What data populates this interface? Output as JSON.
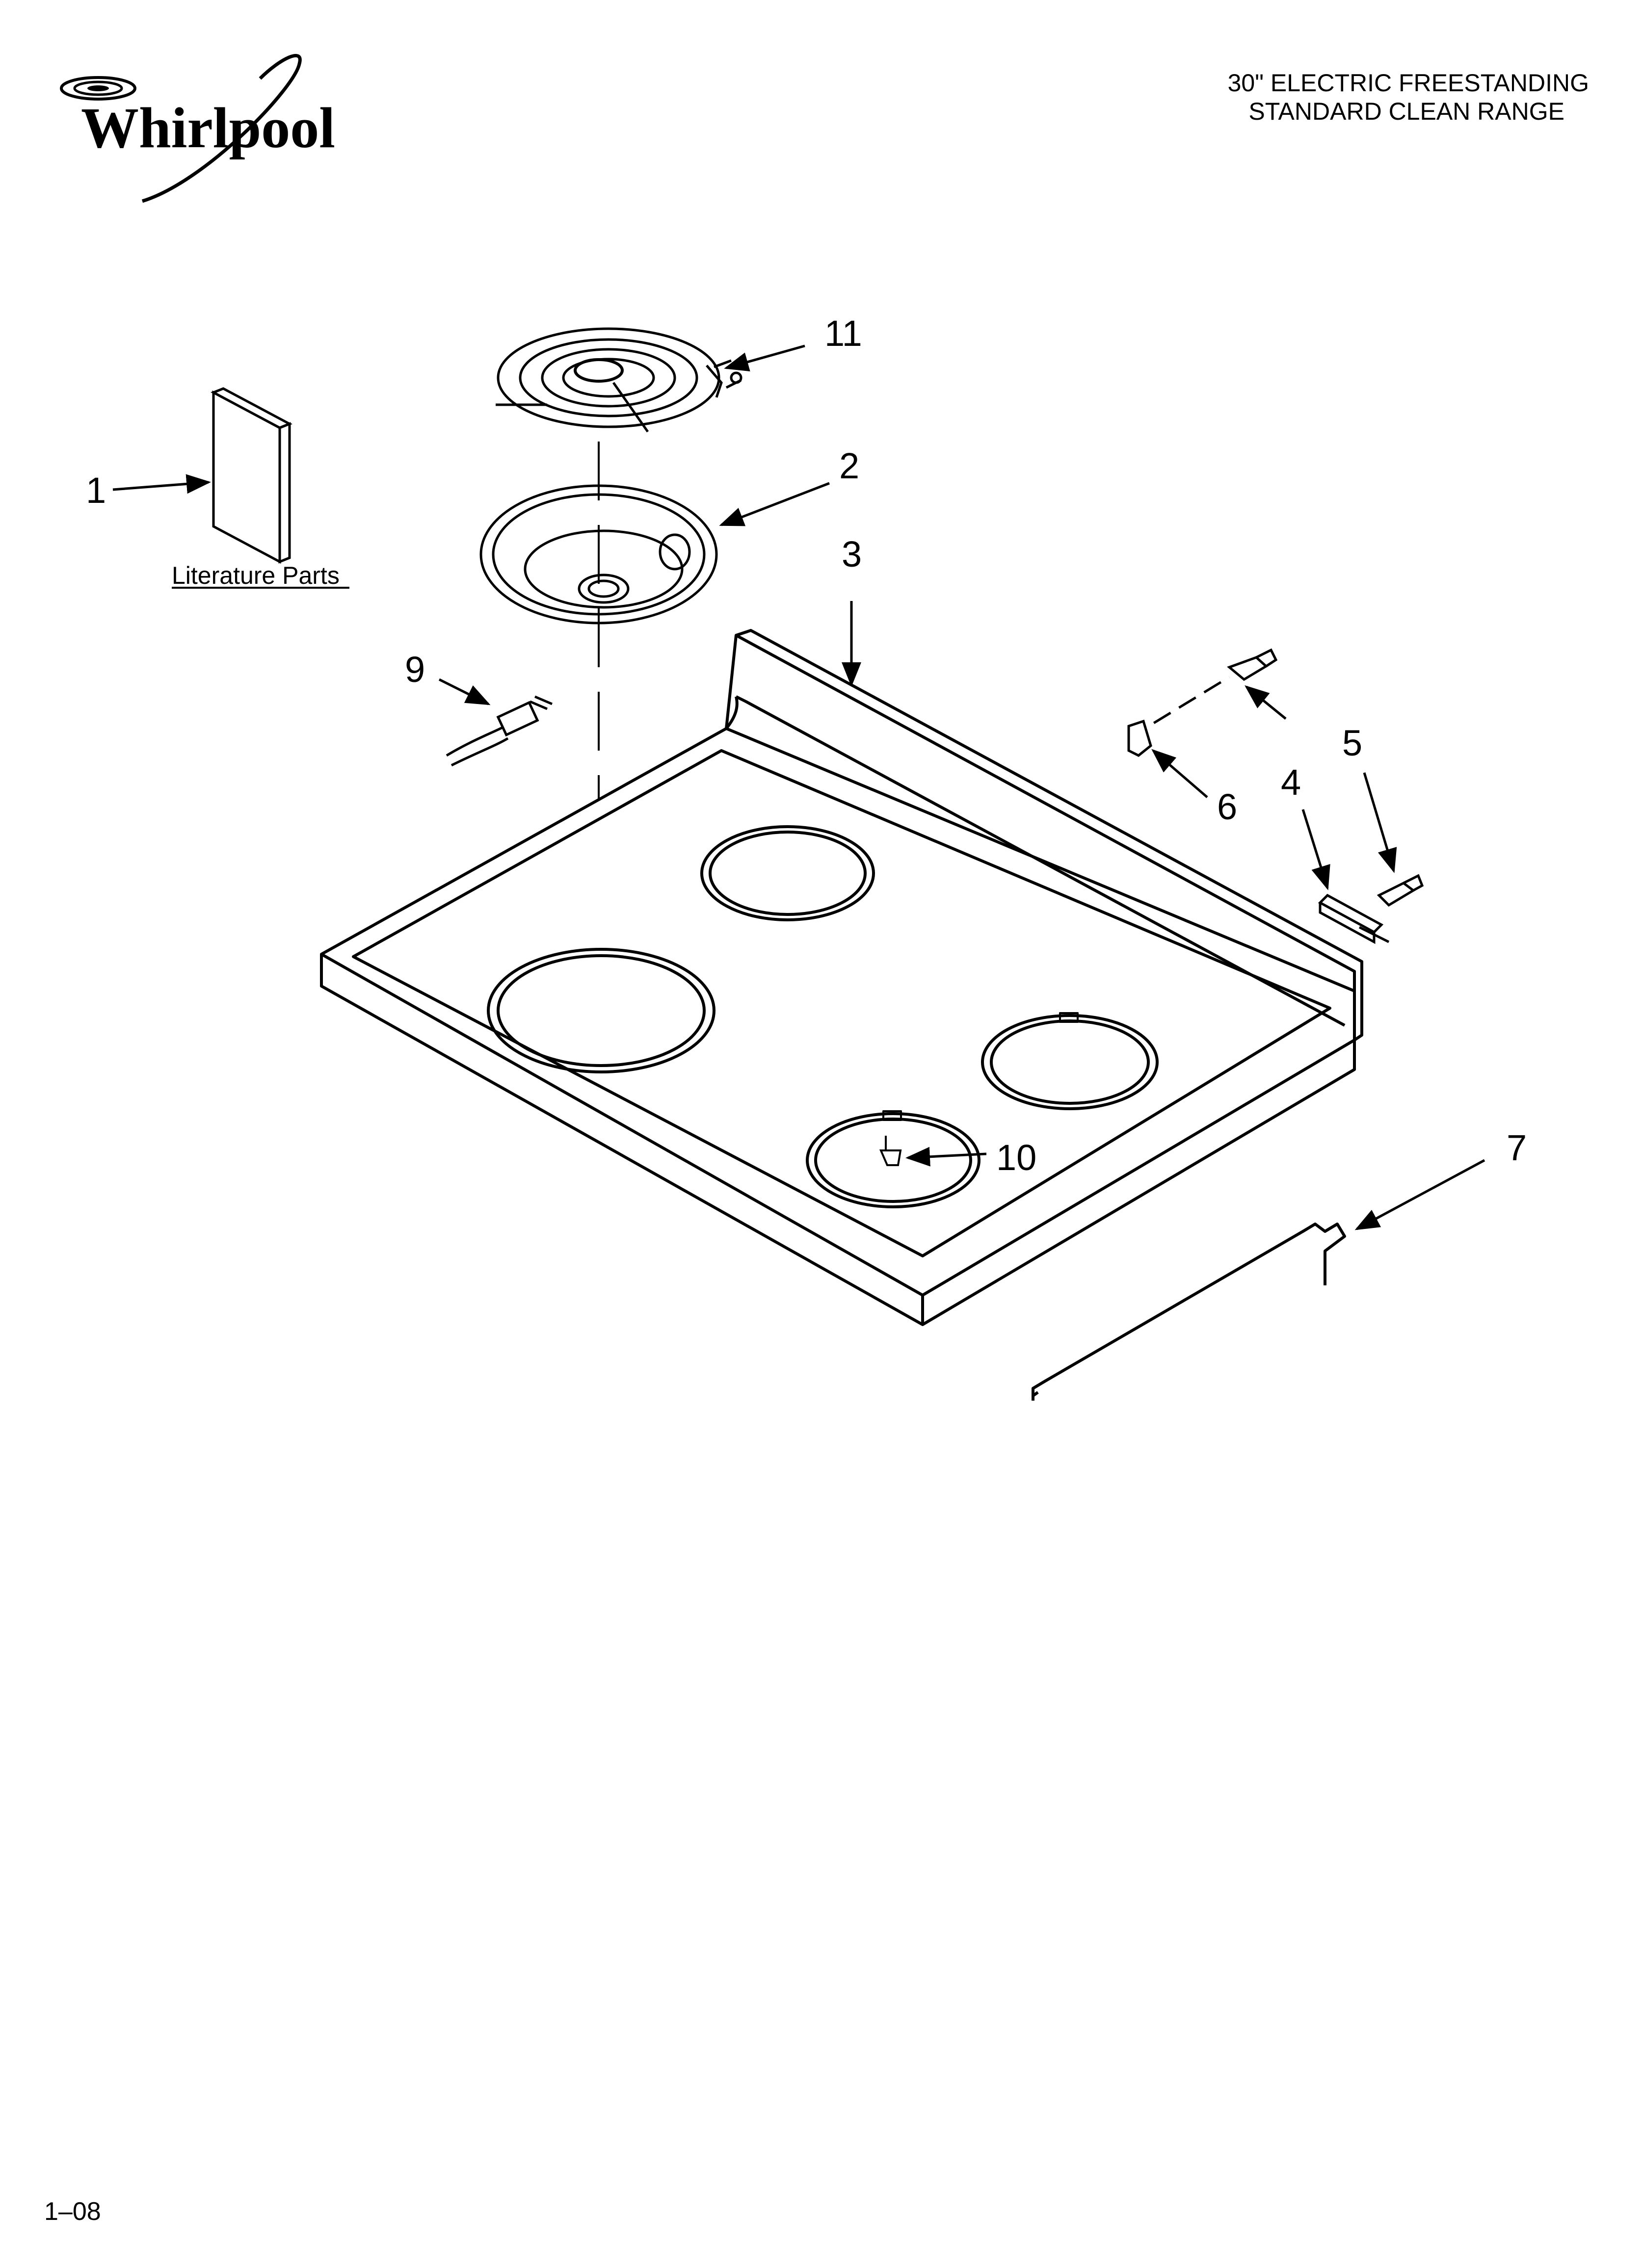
{
  "brand": {
    "logo_text": "Whirlpool"
  },
  "header": {
    "title_line1": "30\" ELECTRIC FREESTANDING",
    "title_line2": "STANDARD CLEAN RANGE"
  },
  "literature_label": "Literature Parts",
  "callouts": [
    "1",
    "2",
    "3",
    "4",
    "5",
    "6",
    "7",
    "9",
    "10",
    "11"
  ],
  "page_number": "1–08"
}
